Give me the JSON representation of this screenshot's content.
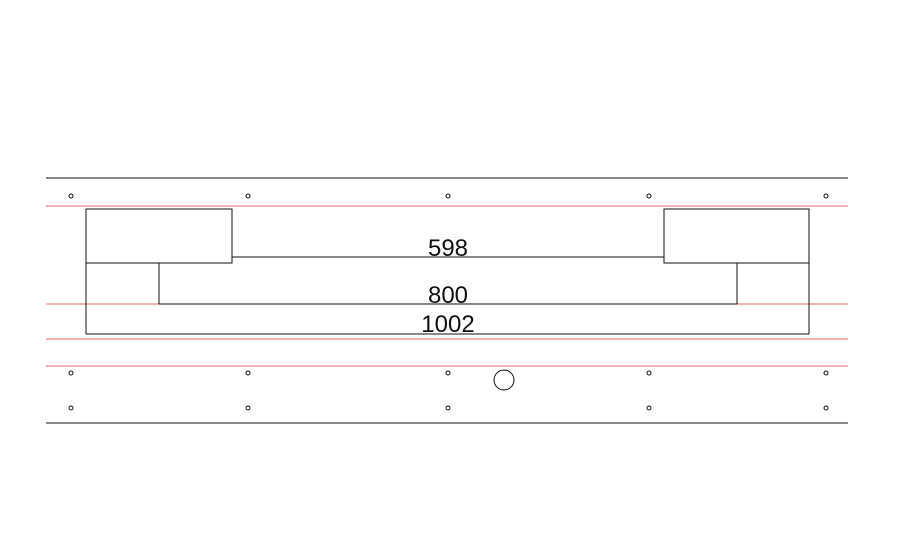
{
  "dimensions": {
    "inner": "598",
    "middle": "800",
    "outer": "1002"
  },
  "colors": {
    "line": "#111111",
    "guide": "#e26a6a",
    "background": "#ffffff"
  }
}
